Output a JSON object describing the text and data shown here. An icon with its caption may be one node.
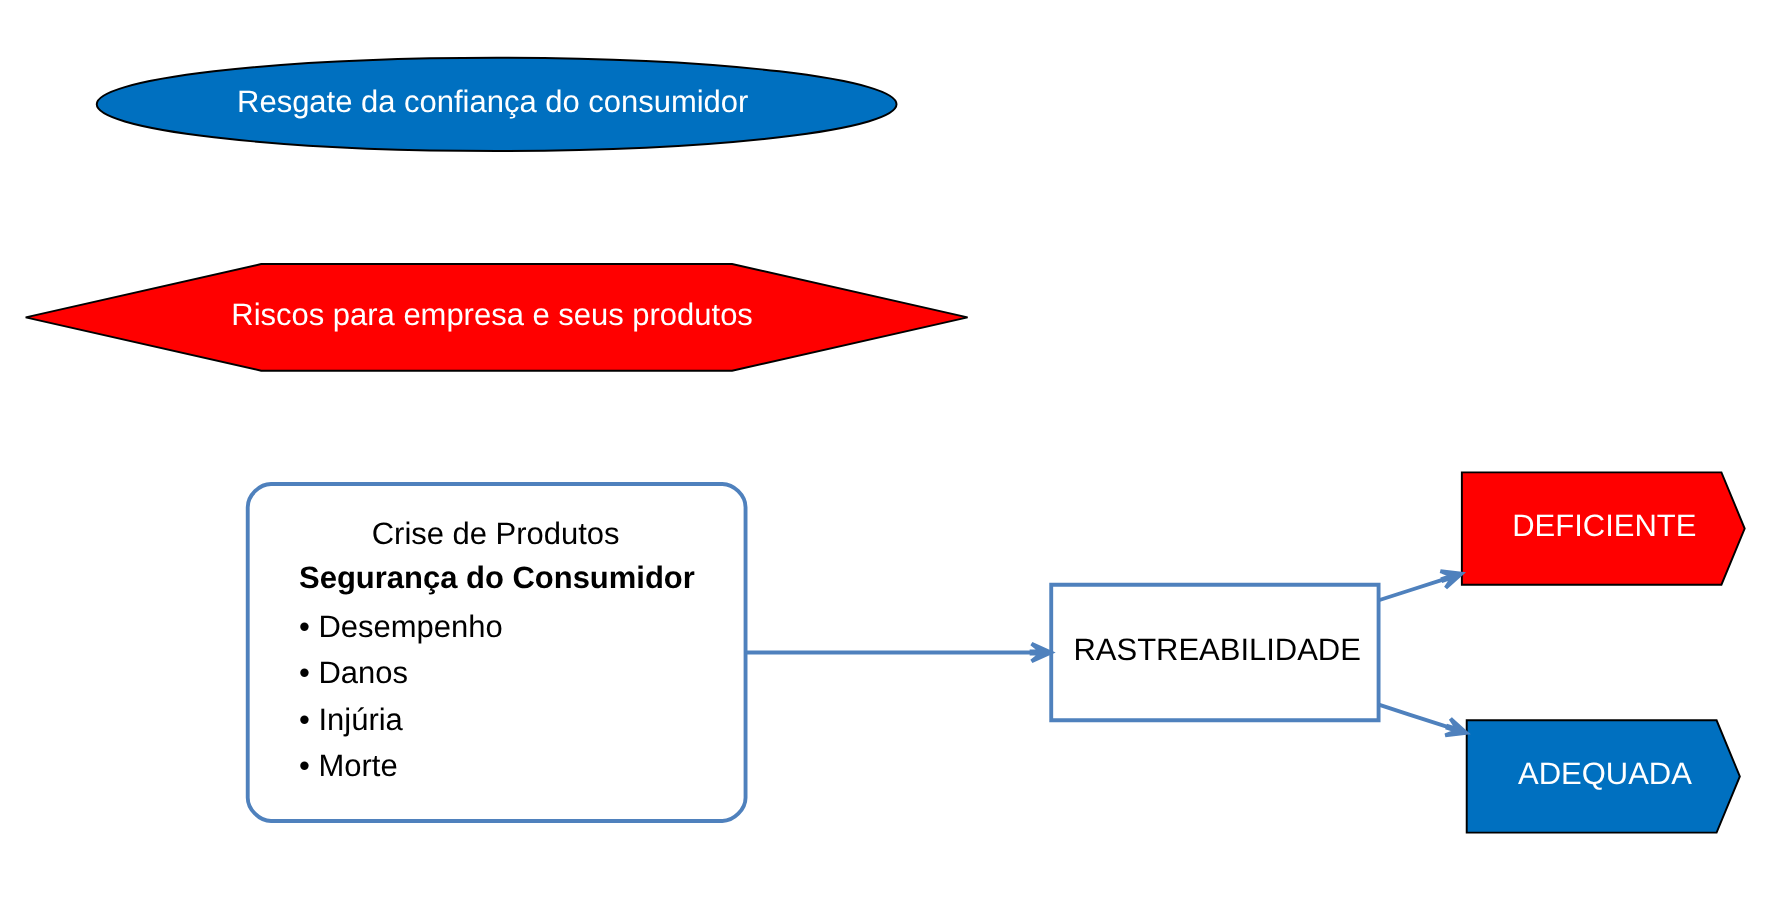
{
  "diagram": {
    "nodes": [
      {
        "text": [
          "Crise de Produtos",
          "Segurança do Consumidor",
          "• Desempenho",
          "• Danos",
          "• Injúria",
          "• Morte"
        ]
      },
      {
        "text": [
          "RASTREABILIDADE"
        ]
      },
      {
        "text": [
          "DEFICIENTE"
        ]
      },
      {
        "text": [
          "Riscos para empresa e seus produtos"
        ]
      },
      {
        "text": [
          "ADEQUADA"
        ]
      },
      {
        "text": [
          "Resgate da confiança do consumidor"
        ]
      }
    ],
    "edges": [
      {
        "from": 0,
        "to": 1,
        "arrow": "to"
      },
      {
        "from": 1,
        "to": 2,
        "arrow": "to"
      },
      {
        "from": 1,
        "to": 4,
        "arrow": "to"
      }
    ]
  }
}
